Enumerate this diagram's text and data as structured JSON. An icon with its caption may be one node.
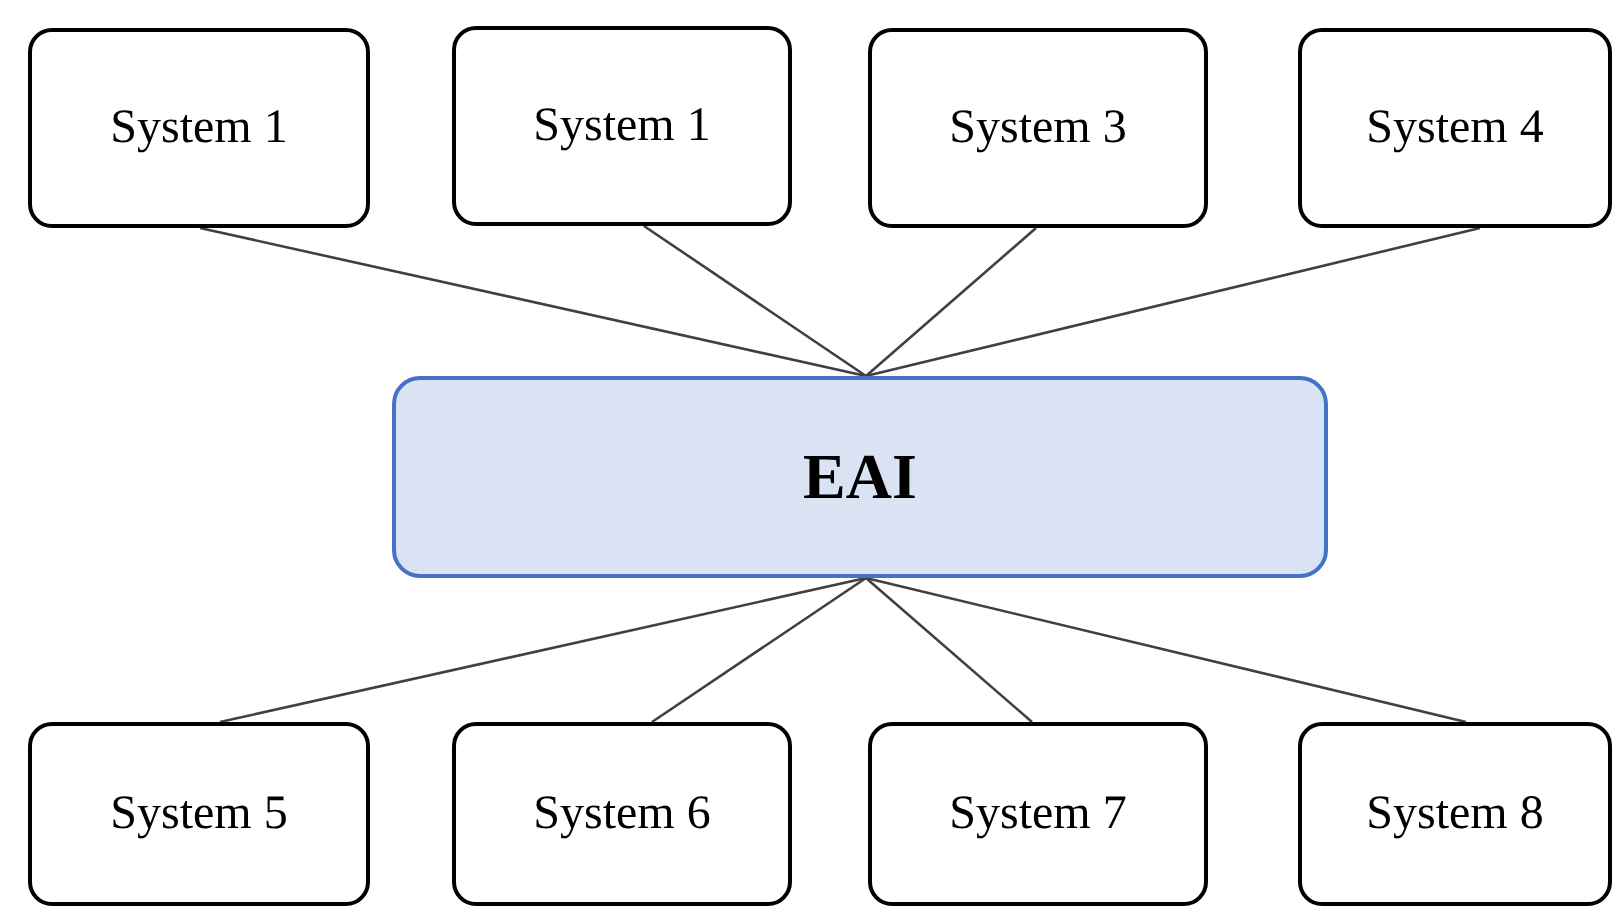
{
  "diagram": {
    "nodes": [
      {
        "text": [
          "System 1"
        ]
      },
      {
        "text": [
          "System 1"
        ]
      },
      {
        "text": [
          "System 3"
        ]
      },
      {
        "text": [
          "System 4"
        ]
      },
      {
        "text": [
          "EAI"
        ]
      },
      {
        "text": [
          "System 5"
        ]
      },
      {
        "text": [
          "System 6"
        ]
      },
      {
        "text": [
          "System 7"
        ]
      },
      {
        "text": [
          "System 8"
        ]
      }
    ],
    "edges": [
      {
        "from": 0,
        "to": 4,
        "arrow": "none"
      },
      {
        "from": 1,
        "to": 4,
        "arrow": "none"
      },
      {
        "from": 2,
        "to": 4,
        "arrow": "none"
      },
      {
        "from": 3,
        "to": 4,
        "arrow": "none"
      },
      {
        "from": 4,
        "to": 5,
        "arrow": "none"
      },
      {
        "from": 4,
        "to": 6,
        "arrow": "none"
      },
      {
        "from": 4,
        "to": 7,
        "arrow": "none"
      },
      {
        "from": 4,
        "to": 8,
        "arrow": "none"
      }
    ]
  }
}
